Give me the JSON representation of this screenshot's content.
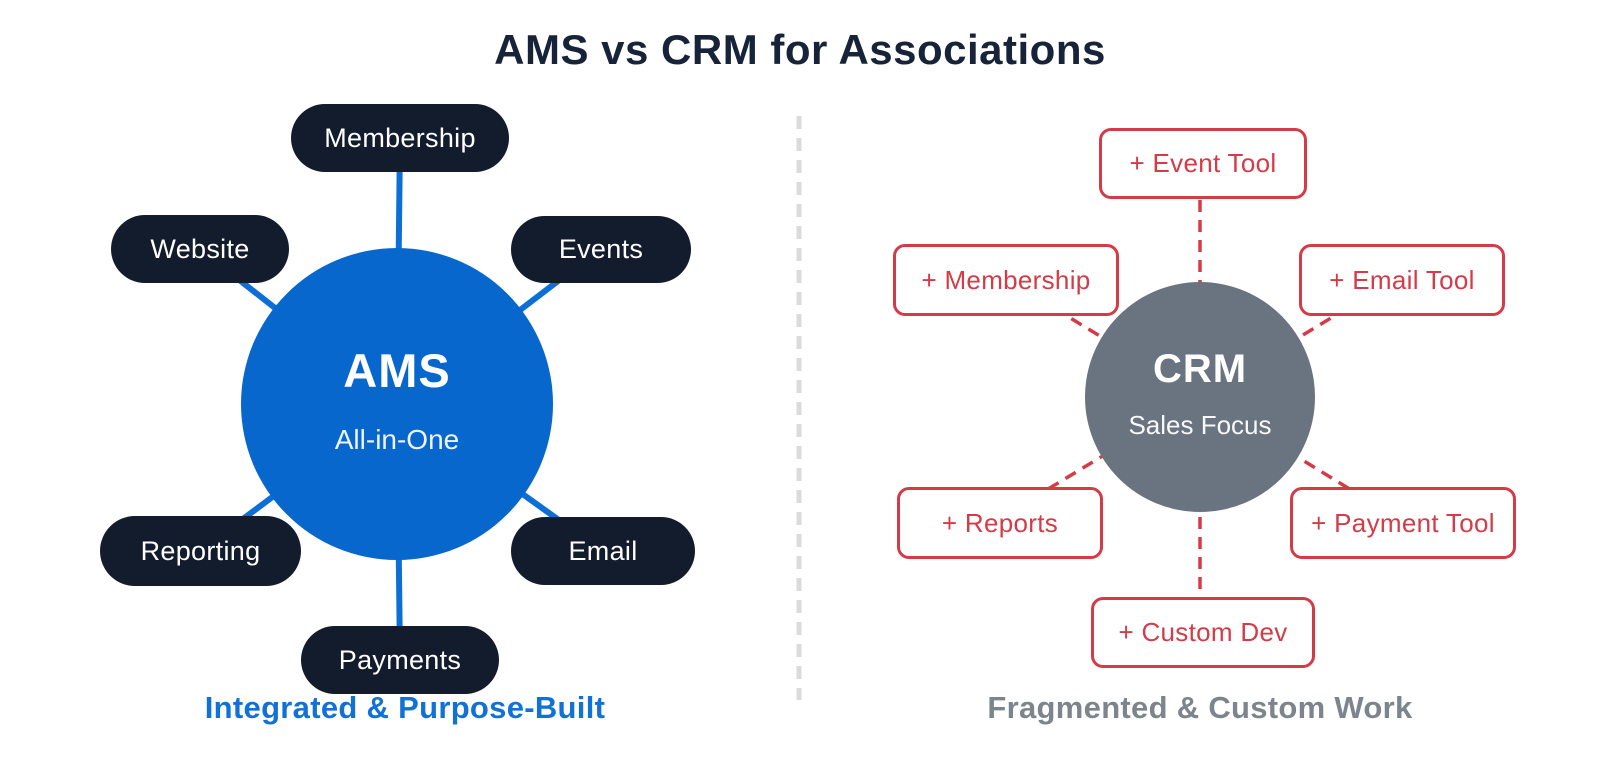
{
  "title": "AMS vs CRM for Associations",
  "title_color": "#172339",
  "divider_color": "#d9dbdd",
  "left": {
    "center_label": "AMS",
    "center_sublabel": "All-in-One",
    "caption": "Integrated & Purpose-Built",
    "nodes": [
      "Membership",
      "Website",
      "Events",
      "Reporting",
      "Email",
      "Payments"
    ],
    "colors": {
      "circle": "#0767cd",
      "connector": "#0d6fd6",
      "node_bg": "#131c2d",
      "node_text": "#ffffff",
      "caption": "#1171d4"
    }
  },
  "right": {
    "center_label": "CRM",
    "center_sublabel": "Sales Focus",
    "caption": "Fragmented & Custom Work",
    "nodes": [
      "+ Event Tool",
      "+ Membership",
      "+ Email Tool",
      "+ Reports",
      "+ Payment Tool",
      "+ Custom Dev"
    ],
    "colors": {
      "circle": "#6a7380",
      "connector": "#d53b47",
      "node_border": "#d53b47",
      "node_text": "#d53b47",
      "caption": "#7c848c"
    }
  }
}
